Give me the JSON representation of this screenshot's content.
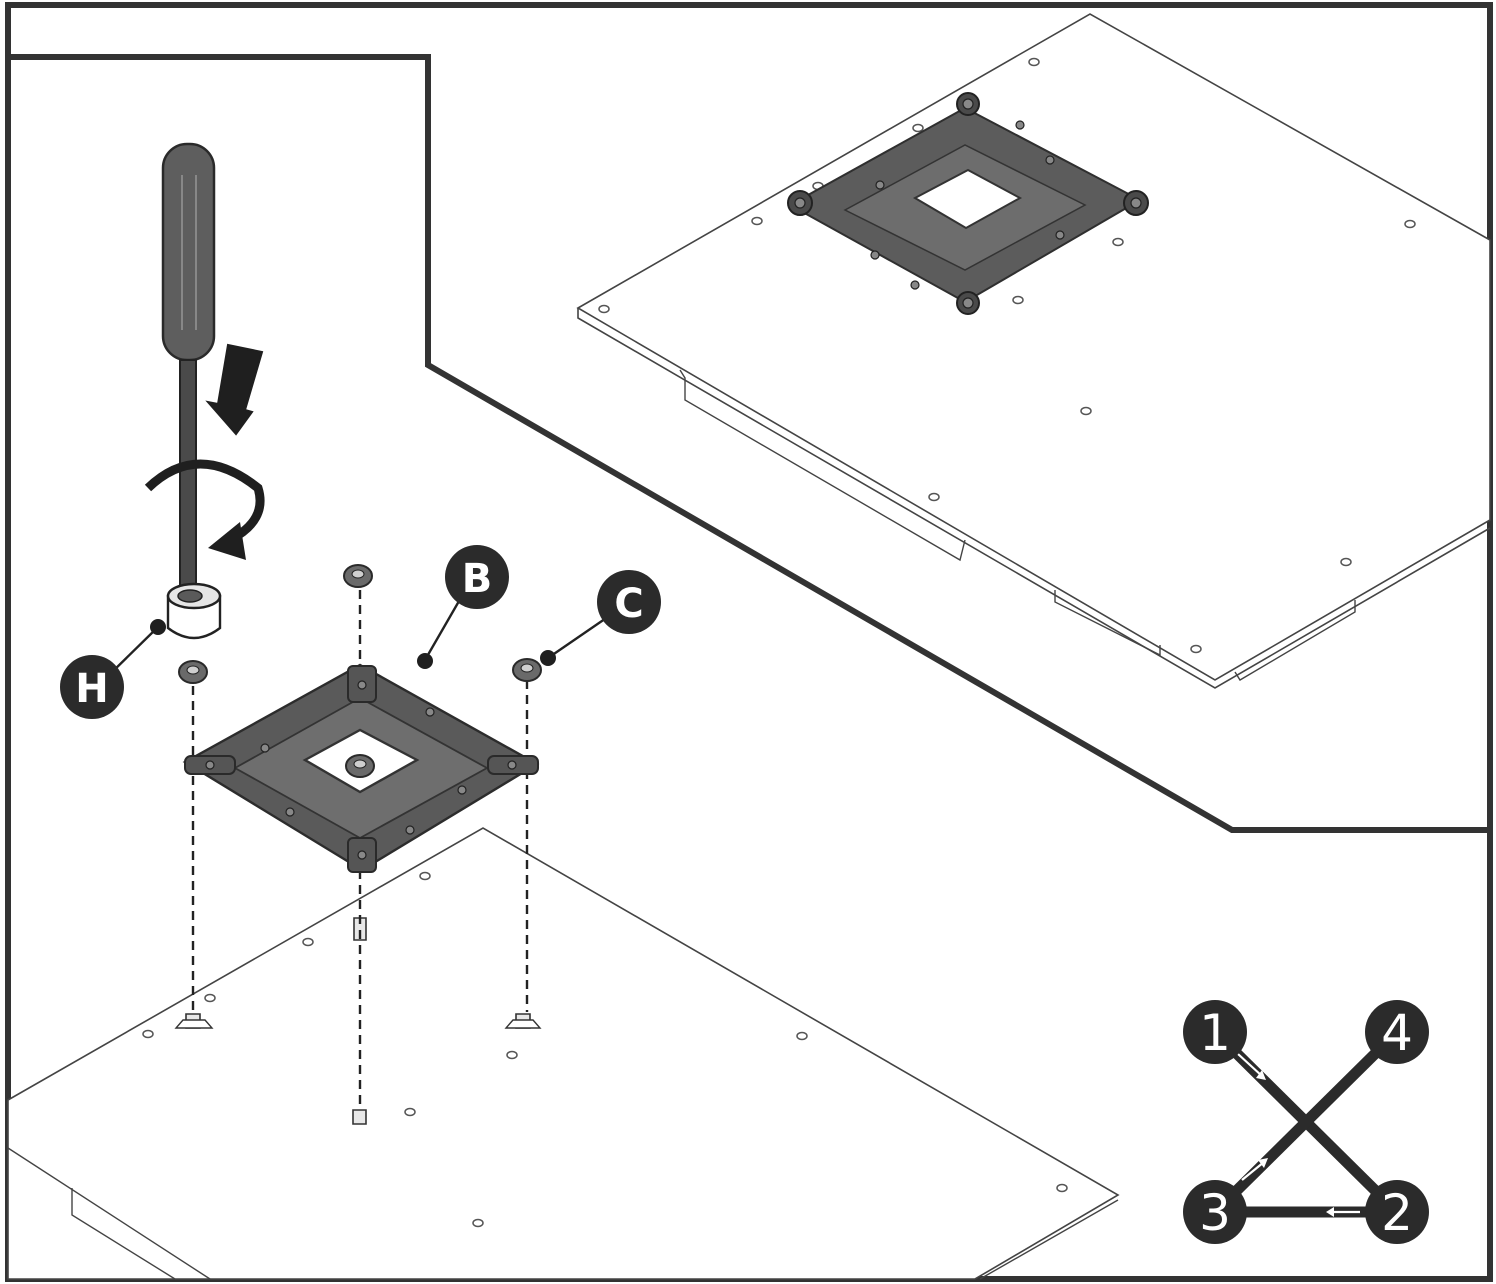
{
  "callouts": {
    "b_label": "B",
    "c_label": "C",
    "h_label": "H"
  },
  "tightening_order": {
    "n1": "1",
    "n2": "2",
    "n3": "3",
    "n4": "4"
  },
  "colors": {
    "frame": "#333333",
    "bracket": "#585858",
    "bracket_dark": "#3a3a3a",
    "callout_fill": "#2b2b2b",
    "board_line": "#444444"
  },
  "icons": {
    "screwdriver": "screwdriver-icon",
    "press_arrow": "down-arrow-icon",
    "rotate_arrow": "rotate-clockwise-icon"
  }
}
